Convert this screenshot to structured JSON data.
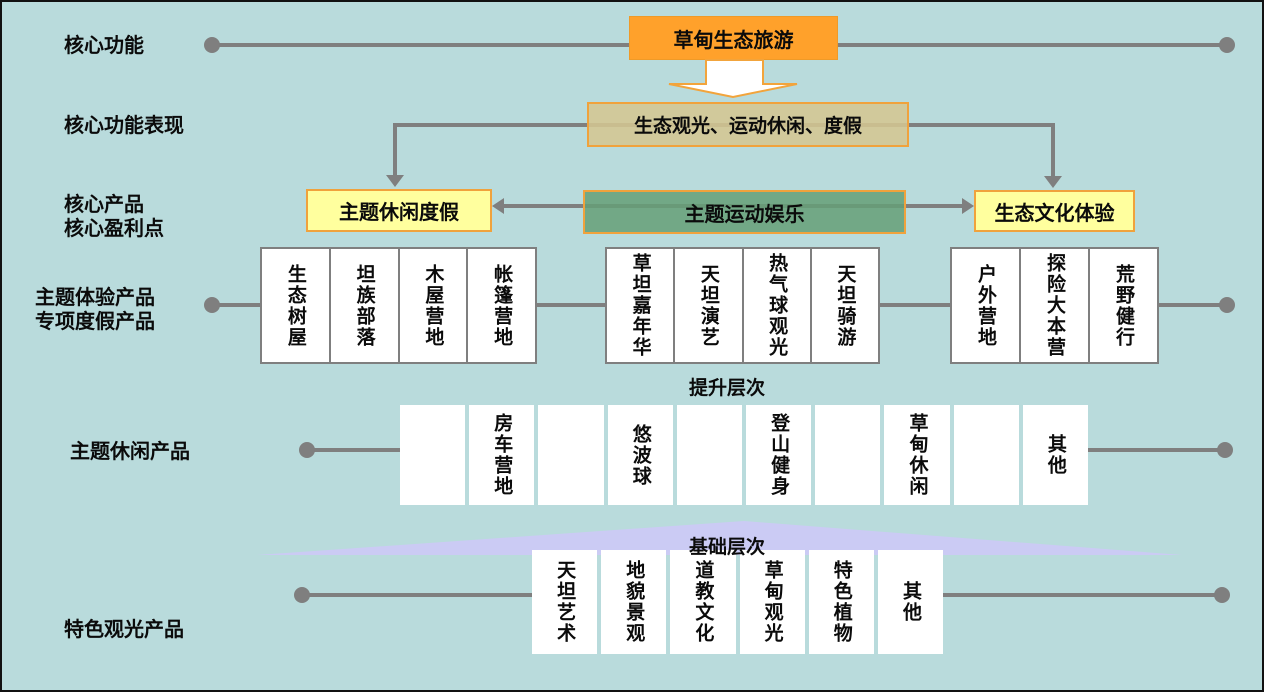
{
  "row_labels": [
    {
      "label": "核心功能"
    },
    {
      "label": "核心功能表现"
    },
    {
      "label": "核心产品\n核心盈利点"
    },
    {
      "label": "主题体验产品\n专项度假产品"
    },
    {
      "label": "主题休闲产品"
    },
    {
      "label": "特色观光产品"
    }
  ],
  "top_flow": {
    "root": "草甸生态旅游",
    "performance": "生态观光、运动休闲、度假",
    "left_product": "主题休闲度假",
    "center_product": "主题运动娱乐",
    "right_product": "生态文化体验"
  },
  "experience_groups": [
    {
      "items": [
        "生态树屋",
        "坦族部落",
        "木屋营地",
        "帐篷营地"
      ]
    },
    {
      "items": [
        "草坦嘉年华",
        "天坦演艺",
        "热气球观光",
        "天坦骑游"
      ]
    },
    {
      "items": [
        "户外营地",
        "探险大本营",
        "荒野健行"
      ]
    }
  ],
  "leisure_row": {
    "tier_label": "提升层次",
    "items": [
      "",
      "房车营地",
      "",
      "悠波球",
      "",
      "登山健身",
      "",
      "草甸休闲",
      "",
      "其他"
    ]
  },
  "sightseeing_row": {
    "tier_label": "基础层次",
    "items": [
      "天坦艺术",
      "地貌景观",
      "道教文化",
      "草甸观光",
      "特色植物",
      "其他"
    ]
  },
  "colors": {
    "background": "#b9dbdc",
    "connector_gray": "#7f7f7f",
    "root_orange": "#ffa12b",
    "performance_tan": "#d4c692",
    "product_yellow": "#ffff9e",
    "product_green": "#659f77",
    "accent_border_orange": "#f0a23c",
    "base_tier_purple": "#cbcbf4"
  }
}
